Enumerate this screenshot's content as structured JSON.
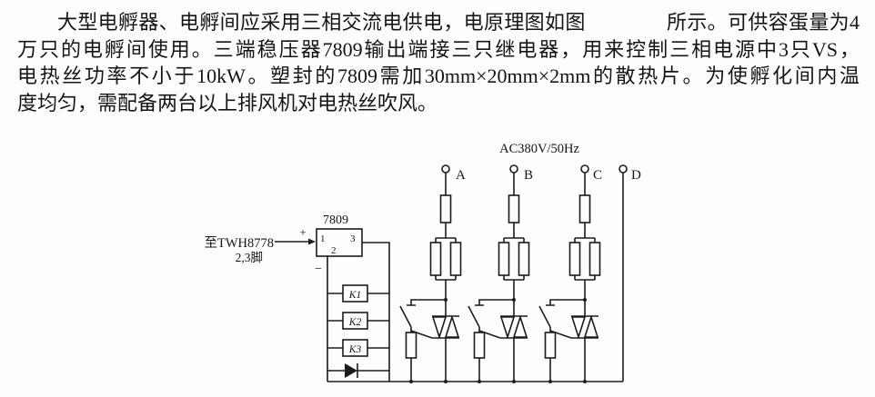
{
  "page": {
    "background": "#fdfdfb",
    "ink": "#1c1c1c"
  },
  "paragraph": {
    "lines": [
      "大型电孵器、电孵间应采用三相交流电供电，电原理图如图　　　　所示。可供容蛋量为4",
      "万只的电孵间使用。三端稳压器7809输出端接三只继电器，用来控制三相电源中3只VS，",
      "电热丝功率不小于10kW。塑封的7809需加30mm×20mm×2mm的散热片。为使孵化间内温",
      "度均匀，需配备两台以上排风机对电热丝吹风。"
    ]
  },
  "diagram": {
    "supply_label": "AC380V/50Hz",
    "terminals": [
      "A",
      "B",
      "C",
      "D"
    ],
    "regulator": {
      "label": "7809",
      "pins": [
        "1",
        "2",
        "3"
      ],
      "plus": "+",
      "minus": "−"
    },
    "annotation": {
      "line1": "至TWH8778",
      "line2": "2,3脚"
    },
    "relays": [
      "K1",
      "K2",
      "K3"
    ]
  }
}
